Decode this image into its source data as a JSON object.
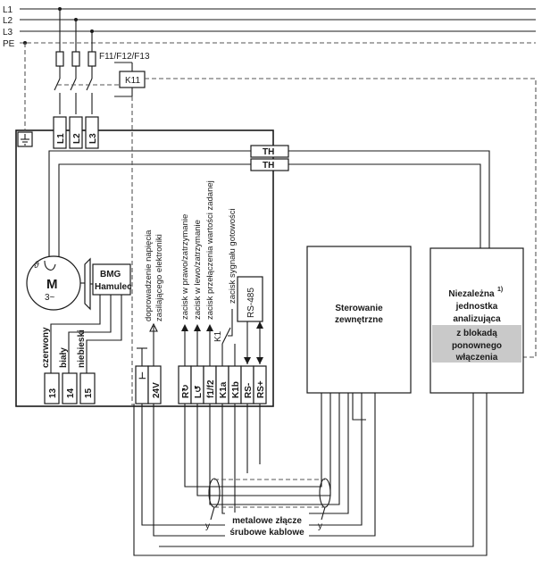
{
  "supply": {
    "lines": [
      "L1",
      "L2",
      "L3",
      "PE"
    ],
    "fuses_label": "F11/F12/F13",
    "contactor_label": "K11"
  },
  "inverter_terminals": {
    "line_inputs": [
      "L1",
      "L2",
      "L3"
    ],
    "thermal_label": "TH"
  },
  "motor": {
    "letter": "M",
    "phase": "3~",
    "theta": "ϑ"
  },
  "brake": {
    "line1": "BMG",
    "line2": "Hamulec",
    "wire_colors": [
      "czerwony",
      "biały",
      "niebieski"
    ],
    "terminals": [
      "13",
      "14",
      "15"
    ]
  },
  "supply_24v": {
    "terminals": [
      "⊥",
      "24V"
    ],
    "description_line1": "doprowadzenie napięcia",
    "description_line2": "zasilającego elektroniki"
  },
  "control_terminals": {
    "labels": [
      "R↻",
      "L↺",
      "f1/f2",
      "K1a",
      "K1b",
      "RS-",
      "RS+"
    ],
    "descriptions": [
      "zacisk w prawo/zatrzymanie",
      "zacisk w lewo/zatrzymanie",
      "zacisk przełączenia wartości zadanej",
      "zacisk sygnału gotowości"
    ],
    "relay_label": "K1",
    "bus_label": "RS-485"
  },
  "external_control": {
    "line1": "Sterowanie",
    "line2": "zewnętrzne"
  },
  "independent_unit": {
    "line1": "Niezależna",
    "footnote": "1)",
    "line2": "jednostka",
    "line3": "analizująca",
    "line4": "z blokadą",
    "line5": "ponownego",
    "line6": "włączenia"
  },
  "cable_note": {
    "line1": "metalowe złącze",
    "line2": "śrubowe kablowe",
    "marker": "y"
  }
}
